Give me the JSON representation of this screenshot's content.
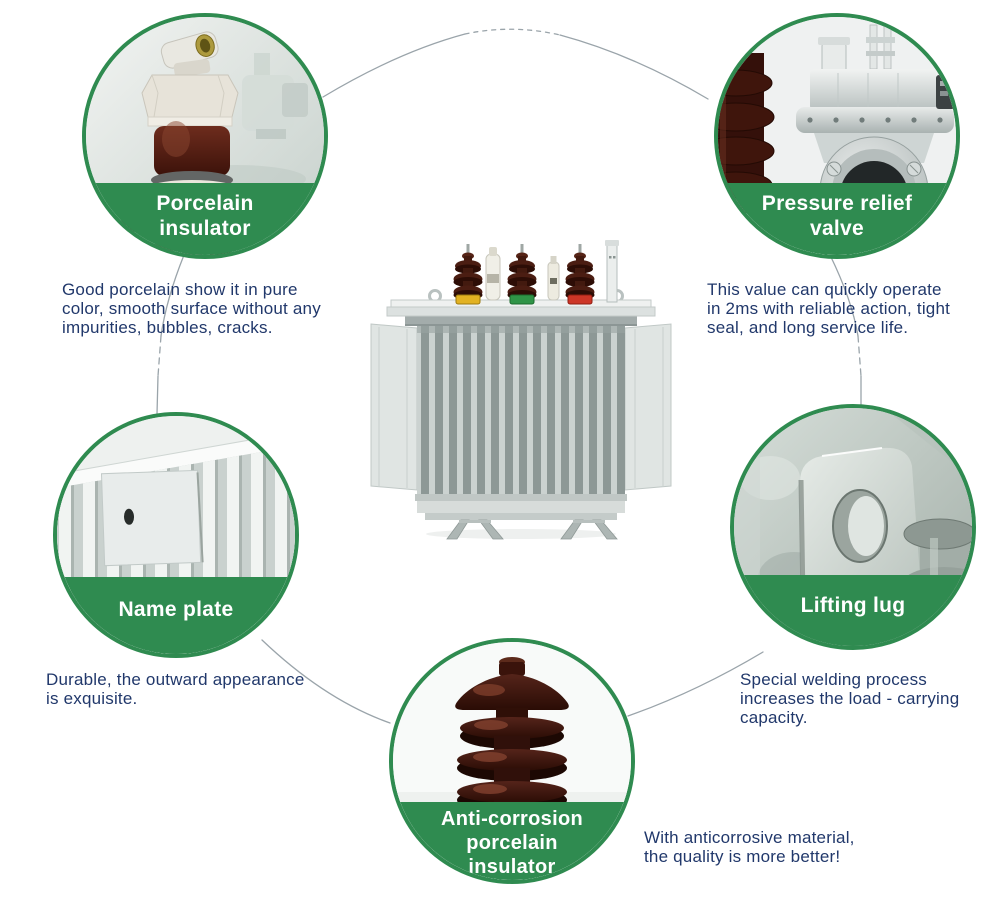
{
  "colors": {
    "accent_green": "#2f8b50",
    "body_text_blue": "#21386b",
    "connector_gray": "#9aa4aa"
  },
  "center_illustration": "oil-immersed-distribution-transformer",
  "callouts": [
    {
      "id": "porcelain-insulator",
      "photo": "porcelain-insulator-photo",
      "title_lines": [
        "Porcelain",
        "insulator"
      ],
      "desc_lines": [
        "Good porcelain show it in pure",
        "color, smooth surface without any",
        "impurities, bubbles, cracks."
      ]
    },
    {
      "id": "pressure-relief-valve",
      "photo": "pressure-relief-valve-photo",
      "title_lines": [
        "Pressure relief",
        "valve"
      ],
      "desc_lines": [
        "This value can quickly operate",
        "in 2ms with reliable action, tight",
        "seal, and long service life."
      ]
    },
    {
      "id": "name-plate",
      "photo": "name-plate-photo",
      "title_lines": [
        "Name plate"
      ],
      "desc_lines": [
        "Durable, the outward appearance",
        "is exquisite."
      ]
    },
    {
      "id": "lifting-lug",
      "photo": "lifting-lug-photo",
      "title_lines": [
        "Lifting lug"
      ],
      "desc_lines": [
        "Special welding process",
        "increases the load - carrying",
        "capacity."
      ]
    },
    {
      "id": "anti-corrosion-porcelain-insulator",
      "photo": "anti-corrosion-porcelain-insulator-photo",
      "title_lines": [
        "Anti-corrosion",
        "porcelain",
        "insulator"
      ],
      "desc_lines": [
        "With anticorrosive material,",
        "the quality is more better!"
      ]
    }
  ]
}
